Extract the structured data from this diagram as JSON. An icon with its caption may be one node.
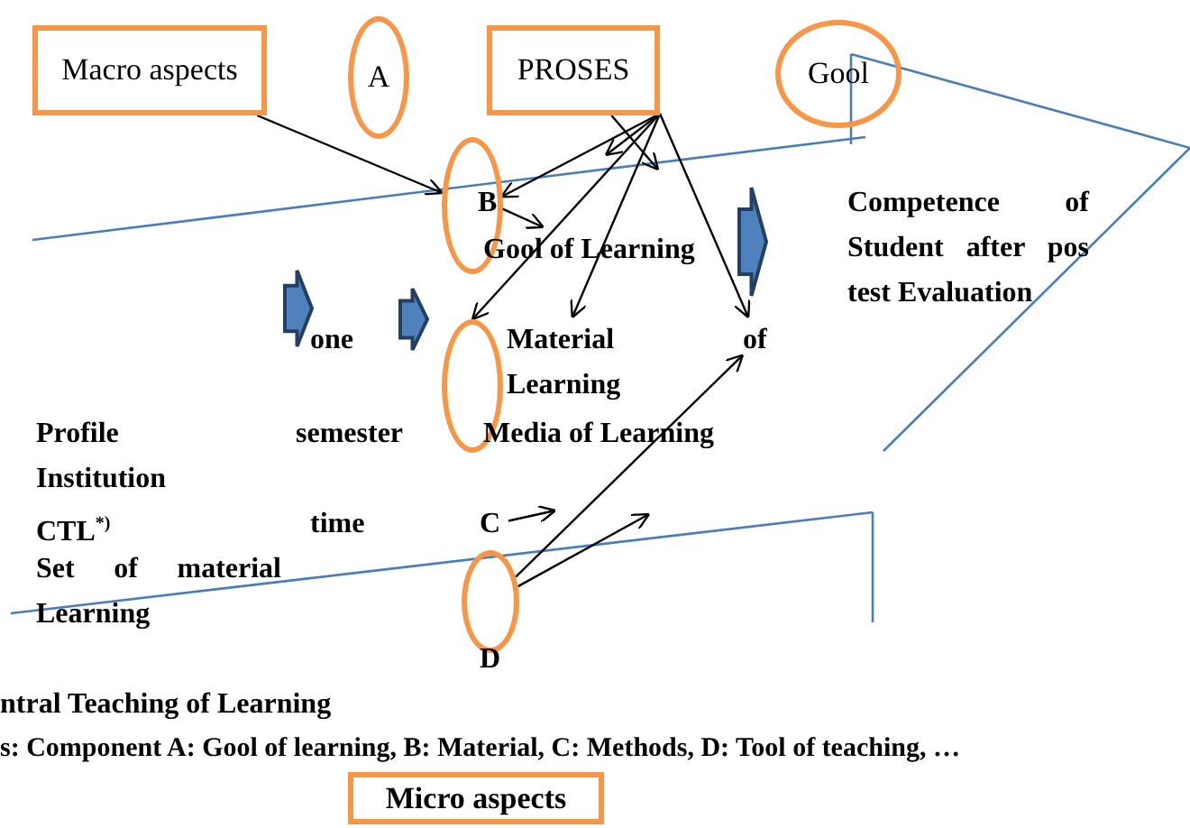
{
  "diagram": {
    "nodes": [
      {
        "text": [
          "Macro  aspects"
        ]
      },
      {
        "text": [
          "A"
        ]
      },
      {
        "text": [
          "PROSES"
        ]
      },
      {
        "text": [
          "Gool"
        ]
      },
      {
        "text": [],
        "shape": "circle"
      },
      {
        "text": [
          "B"
        ],
        "in": 4
      },
      {
        "text": [
          "Gool of Learning"
        ]
      },
      {
        "text": [
          "Material"
        ]
      },
      {
        "text": [
          "of"
        ]
      },
      {
        "text": [],
        "shape": "circle"
      },
      {
        "text": [
          "C"
        ]
      },
      {
        "text": [],
        "shape": "circle"
      },
      {
        "text": [
          "Micro aspects"
        ]
      }
    ],
    "edges": [
      {
        "from": 0,
        "to": 4,
        "arrow": "to"
      },
      {
        "from": 2,
        "to": 5,
        "arrow": "to"
      },
      {
        "from": 2,
        "to": null,
        "arrow": "to"
      },
      {
        "from": 2,
        "to": 9,
        "arrow": "to"
      },
      {
        "from": 2,
        "to": 7,
        "arrow": "to"
      },
      {
        "from": 2,
        "to": 8,
        "arrow": "to"
      },
      {
        "from": 2,
        "to": null,
        "arrow": "to"
      },
      {
        "from": 5,
        "to": 6,
        "arrow": "to"
      },
      {
        "from": 10,
        "to": null,
        "arrow": "to"
      },
      {
        "from": 11,
        "to": 8,
        "arrow": "to"
      },
      {
        "from": 11,
        "to": null,
        "arrow": "to"
      }
    ],
    "labels": [
      "Competence of Student after pos test Evaluation",
      "one",
      "Learning",
      "Profile",
      "semester",
      "Media of Learning",
      "Institution",
      "CTL$^{*)}$",
      "time",
      "Set of material Learning",
      "D",
      "ntral Teaching of Learning",
      "s:  Component A: Gool of learning, B: Material, C: Methods, D: Tool of teaching, …"
    ]
  }
}
